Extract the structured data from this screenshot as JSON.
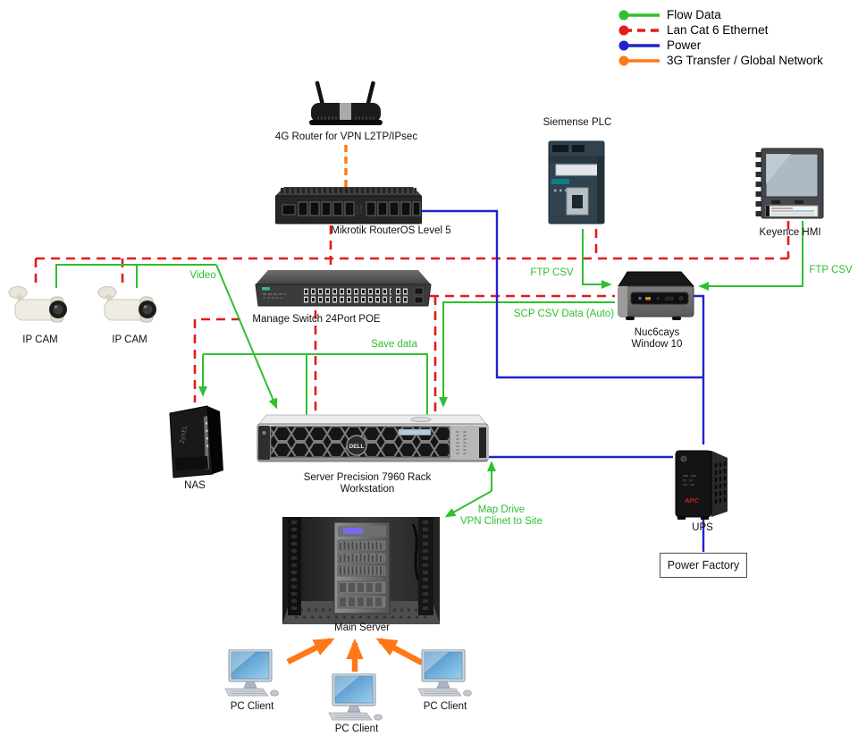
{
  "title": "Industrial network diagram",
  "colors": {
    "flow": "#2fbf2f",
    "lan": "#e51a1a",
    "power": "#2222cc",
    "transfer": "#ff7717"
  },
  "legend": {
    "items": [
      {
        "label": "Flow Data",
        "color_key": "flow",
        "style": "solid"
      },
      {
        "label": "Lan Cat 6 Ethernet",
        "color_key": "lan",
        "style": "dashed"
      },
      {
        "label": "Power",
        "color_key": "power",
        "style": "solid"
      },
      {
        "label": "3G Transfer / Global Network",
        "color_key": "transfer",
        "style": "solid"
      }
    ]
  },
  "devices": {
    "router4g": {
      "label": "4G Router for VPN L2TP/IPsec"
    },
    "mikrotik": {
      "label": "Mikrotik RouterOS Level 5"
    },
    "plc": {
      "label": "Siemense PLC"
    },
    "hmi": {
      "label": "Keyence HMI"
    },
    "ipcam1": {
      "label": "IP CAM"
    },
    "ipcam2": {
      "label": "IP CAM"
    },
    "switch": {
      "label": "Manage Switch 24Port POE"
    },
    "nuc": {
      "label_line1": "Nuc6cays",
      "label_line2": "Window 10"
    },
    "nas": {
      "label": "NAS",
      "logo": "ZyXEL"
    },
    "dellserver": {
      "label": "Server Precision 7960 Rack Workstation",
      "logo": "DELL"
    },
    "ups": {
      "label": "UPS",
      "logo": "APC"
    },
    "powerfactory": {
      "label": "Power Factory"
    },
    "mainserver": {
      "label": "Main Server"
    },
    "pc1": {
      "label": "PC Client"
    },
    "pc2": {
      "label": "PC Client"
    },
    "pc3": {
      "label": "PC Client"
    }
  },
  "annotations": {
    "video": "Video",
    "ftp_csv_left": "FTP CSV",
    "ftp_csv_right": "FTP CSV",
    "scp": "SCP CSV Data (Auto)",
    "save_data": "Save data",
    "map_drive_line1": "Map Drive",
    "map_drive_line2": "VPN Clinet to Site"
  }
}
